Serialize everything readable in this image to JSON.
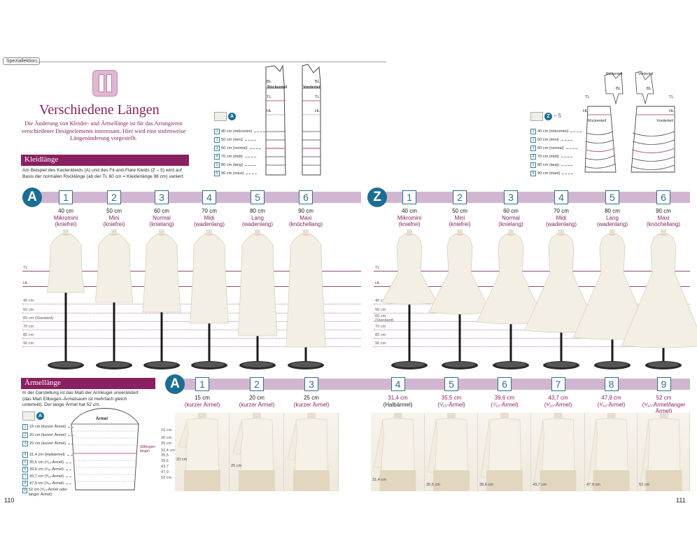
{
  "tag": "Speziallektion",
  "title": "Verschiedene Längen",
  "intro": "Die Änderung von Kleider- und Ärmellänge ist für das Arrangieren verschiedener Designelemente interessant. Hier wird eine stufenweise Längenänderung vorgestellt.",
  "kleid": {
    "heading": "Kleidlänge",
    "text": "Am Beispiel des Kastenkleids (A) und des Fit-and-Flare Kleids (Z – 5) wird auf Basis der normalen Rocklänge (ab der TL 60 cm = Kleiderlänge 98 cm) variiert."
  },
  "pattern_left": {
    "letter": "A",
    "back_label": "Rückenteil",
    "front_label": "Vorderteil",
    "BL": "BL",
    "TL": "TL",
    "HL": "HL",
    "lengths": [
      {
        "n": "1",
        "t": "40 cm (mikromini)"
      },
      {
        "n": "2",
        "t": "50 cm (mini)"
      },
      {
        "n": "3",
        "t": "60 cm (normal)"
      },
      {
        "n": "4",
        "t": "70 cm (midi)"
      },
      {
        "n": "5",
        "t": "80 cm (lang)"
      },
      {
        "n": "6",
        "t": "90 cm (maxi)"
      }
    ]
  },
  "pattern_right": {
    "letter": "Z",
    "suffix": "– 5",
    "back_label": "Rückenteil",
    "front_label": "Vorderteil",
    "back_top": "Rückenteil",
    "front_top": "Vorderteil",
    "BL": "BL",
    "TL": "TL",
    "HL": "HL",
    "lengths": [
      {
        "n": "1",
        "t": "40 cm (mikromini)"
      },
      {
        "n": "2",
        "t": "50 cm (mini)"
      },
      {
        "n": "3",
        "t": "60 cm (normal)"
      },
      {
        "n": "4",
        "t": "70 cm (midi)"
      },
      {
        "n": "5",
        "t": "80 cm (lang)"
      },
      {
        "n": "6",
        "t": "90 cm (maxi)"
      }
    ]
  },
  "dresses": {
    "left_letter": "A",
    "right_letter": "Z",
    "columns": [
      {
        "n": "1",
        "cm": "40 cm",
        "name": "Mikromini",
        "sub": "(kniefrei)"
      },
      {
        "n": "2",
        "cm": "50 cm",
        "name": "Mini",
        "sub": "(kniefrei)"
      },
      {
        "n": "3",
        "cm": "60 cm",
        "name": "Normal",
        "sub": "(knielang)"
      },
      {
        "n": "4",
        "cm": "70 cm",
        "name": "Midi",
        "sub": "(wadenlang)"
      },
      {
        "n": "5",
        "cm": "80 cm",
        "name": "Lang",
        "sub": "(wadenlang)"
      },
      {
        "n": "6",
        "cm": "90 cm",
        "name": "Maxi",
        "sub": "(knöchellang)"
      }
    ],
    "guides": {
      "TL": "TL",
      "HL": "HL",
      "g40": "40 cm",
      "g50": "50 cm",
      "g60": "60 cm (Standard)",
      "g60a": "60 cm",
      "g60b": "(Standard)",
      "g70": "70 cm",
      "g80": "80 cm",
      "g90": "90 cm"
    }
  },
  "aermel": {
    "heading": "Ärmellänge",
    "text": "In der Darstellung ist das Maß der Armkugel unverändert (das Maß Ellbogen–Ärmelsaum ist mehrfach gleich unterteilt). Der lange Ärmel hat 52 cm.",
    "sleeve_word": "Ärmel",
    "elbow_label": "(Ellbogen-länge)",
    "letter": "A",
    "legend": [
      {
        "n": "1",
        "t": "15 cm (kurzer Ärmel)"
      },
      {
        "n": "2",
        "t": "20 cm (kurzer Ärmel)"
      },
      {
        "n": "3",
        "t": "25 cm (kurzer Ärmel)"
      },
      {
        "n": "4",
        "t": "31,4 cm (Halbärmel)"
      },
      {
        "n": "5",
        "t": "35,5 cm (⁵⁄₁₀-Ärmel)"
      },
      {
        "n": "6",
        "t": "39,6 cm (⁷⁄₁₀-Ärmel)"
      },
      {
        "n": "7",
        "t": "43,7 cm (⁸⁄₁₀-Ärmel)"
      },
      {
        "n": "8",
        "t": "47,9 cm (⁹⁄₁₀-Ärmel)"
      },
      {
        "n": "9",
        "t": "52 cm (⁹⁄₁₀-Ärmel oder langer Ärmel)"
      }
    ],
    "guide_labels": [
      "15 cm",
      "20 cm",
      "25 cm",
      "31,4 cm",
      "35,5",
      "39,6",
      "43,7",
      "47,9",
      "52 cm"
    ],
    "columns": [
      {
        "n": "1",
        "cm": "15 cm",
        "name": "(kurzer Ärmel)",
        "photo": "20 cm"
      },
      {
        "n": "2",
        "cm": "20 cm",
        "name": "(kurzer Ärmel)",
        "photo": "25 cm"
      },
      {
        "n": "3",
        "cm": "25  cm",
        "name": "(kurzer Ärmel)",
        "photo": ""
      },
      {
        "n": "4",
        "cm": "31,4 cm",
        "name": "(Halbärmel)",
        "photo": "31,4 cm"
      },
      {
        "n": "5",
        "cm": "35,5 cm",
        "name": "(⁵⁄₁₀-Ärmel)",
        "photo": "35,5 cm"
      },
      {
        "n": "6",
        "cm": "39,6 cm",
        "name": "(⁷⁄₁₀-Ärmel)",
        "photo": "39,6 cm"
      },
      {
        "n": "7",
        "cm": "43,7 cm",
        "name": "(⁸⁄₁₀-Ärmel)",
        "photo": "43,7 cm"
      },
      {
        "n": "8",
        "cm": "47,9 cm",
        "name": "(⁹⁄₁₀-Ärmel)",
        "photo": "47,9 cm"
      },
      {
        "n": "9",
        "cm": "52 cm",
        "name": "(⁹⁄₁₀-Ärmel/langer Ärmel)",
        "photo": "52 cm"
      }
    ]
  },
  "pages": {
    "left": "110",
    "right": "111"
  },
  "colors": {
    "accent": "#8a1f62",
    "stripe": "#d1b6d1",
    "blue": "#1c6d93",
    "fabric": "#efe9de"
  }
}
